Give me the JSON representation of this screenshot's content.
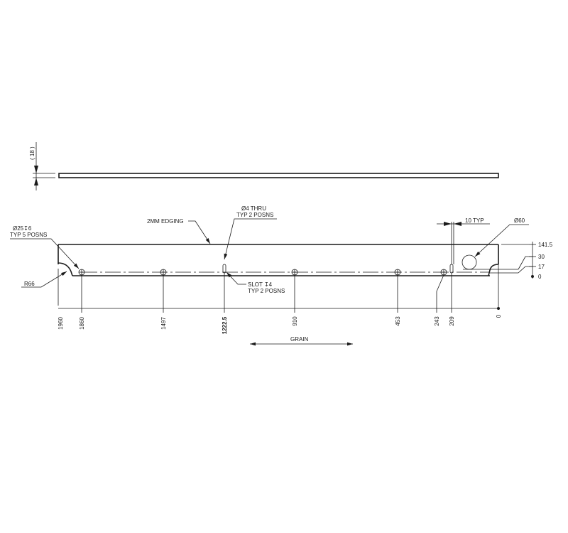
{
  "drawing": {
    "side_view": {
      "thickness_label": "( 18 )"
    },
    "annotations": {
      "edging": "2MM EDGING",
      "counterbore_line1": "Ø25↧6",
      "counterbore_line2": "TYP 5 POSNS",
      "radius": "R66",
      "thru_hole_line1": "Ø4 THRU",
      "thru_hole_line2": "TYP 2 POSNS",
      "slot_line1": "SLOT ↧4",
      "slot_line2": "TYP 2 POSNS",
      "spacing": "10 TYP",
      "large_hole": "Ø60",
      "grain": "GRAIN"
    },
    "horizontal_dimensions": [
      "1960",
      "1860",
      "1497",
      "1222.5",
      "910",
      "453",
      "243",
      "209",
      "0"
    ],
    "vertical_dimensions": [
      "141.5",
      "30",
      "17",
      "0"
    ]
  }
}
